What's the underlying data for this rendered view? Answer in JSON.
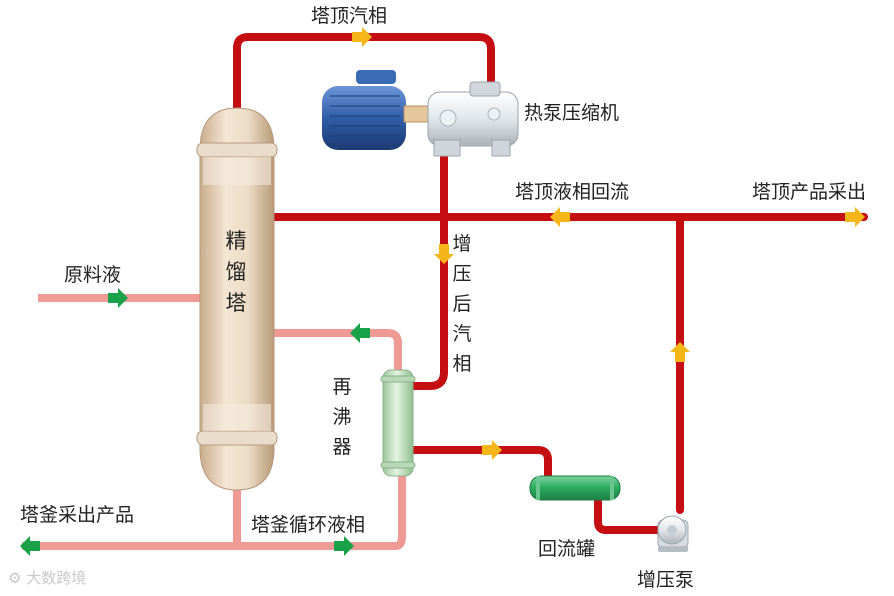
{
  "labels": {
    "top_vapor": "塔顶汽相",
    "compressor": "热泵压缩机",
    "top_liquid_reflux": "塔顶液相回流",
    "top_product": "塔顶产品采出",
    "feed": "原料液",
    "column": [
      "精",
      "馏",
      "塔"
    ],
    "compressed_vapor": [
      "增",
      "压",
      "后",
      "汽",
      "相"
    ],
    "reboiler": [
      "再",
      "沸",
      "器"
    ],
    "bottom_product": "塔釜采出产品",
    "bottom_recycle": "塔釜循环液相",
    "reflux_tank": "回流罐",
    "booster_pump": "增压泵"
  },
  "watermark": "大数跨境",
  "colors": {
    "hot_pipe": "#c40e12",
    "cool_pipe": "#ef9a94",
    "arrow_yellow": "#f6b619",
    "arrow_green": "#1aa24a",
    "column_body": "#e8d6bd",
    "reboiler_body": "#c9e3c8",
    "tank_body": "#3ab36b",
    "motor": "#2f5ea8"
  },
  "icons": [
    "arrow-right-icon",
    "arrow-left-icon",
    "arrow-up-icon",
    "arrow-down-icon"
  ]
}
